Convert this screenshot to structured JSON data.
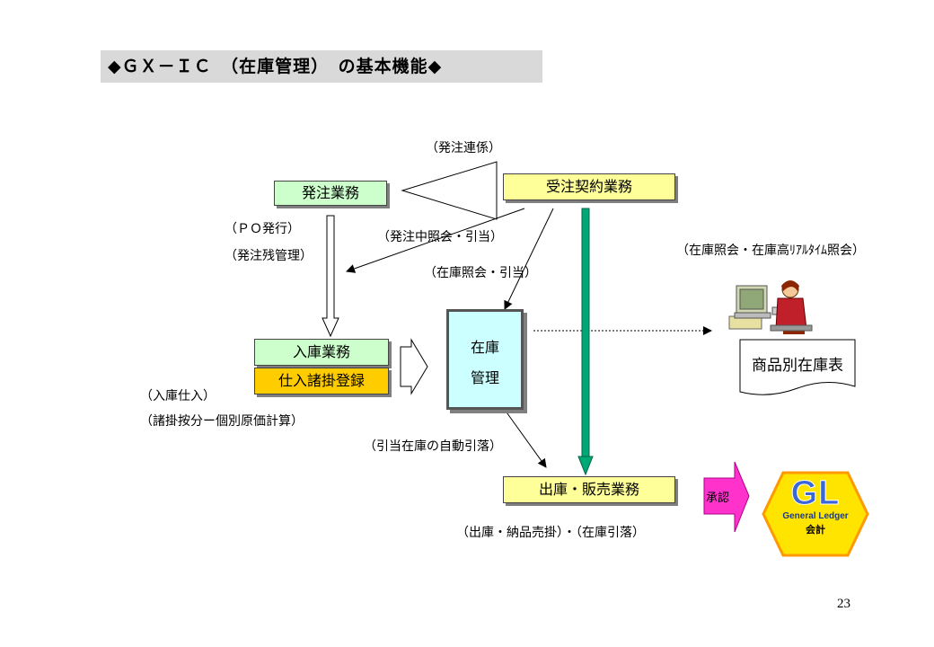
{
  "title": "◆ＧＸ－ＩＣ　（在庫管理）　の基本機能◆",
  "boxes": {
    "hacchu": "発注業務",
    "juchu": "受注契約業務",
    "nyuko": "入庫業務",
    "shiire": "仕入諸掛登録",
    "zaiko_line1": "在庫",
    "zaiko_line2": "管理",
    "shukko": "出庫・販売業務"
  },
  "notes": {
    "hacchu_renkei": "（発注連係）",
    "po_hakko": "（ＰＯ発行）",
    "hacchu_zan": "（発注残管理）",
    "hacchu_chu": "（発注中照会・引当）",
    "zaiko_shokai": "（在庫照会・引当）",
    "realtime": "（在庫照会・在庫高ﾘｱﾙﾀｲﾑ照会）",
    "nyuko_shiire": "（入庫仕入）",
    "shokake": "（諸掛按分ー個別原価計算）",
    "hikiate": "（引当在庫の自動引落）",
    "shukko_note": "（出庫・納品売掛）・（在庫引落）"
  },
  "report": {
    "label": "商品別在庫表"
  },
  "approval": {
    "label": "承認"
  },
  "gl_badge": {
    "big": "GL",
    "sub": "General Ledger",
    "kanji": "会計"
  },
  "page_number": "23",
  "colors": {
    "green_box": "#ccffcc",
    "yellow_box": "#ffff99",
    "orange_box": "#ffcc00",
    "inventory_box": "#ccffff",
    "green_arrow": "#00a878",
    "magenta_arrow": "#ff33cc",
    "gl_orange": "#ff9900",
    "gl_yellow": "#ffe400"
  }
}
